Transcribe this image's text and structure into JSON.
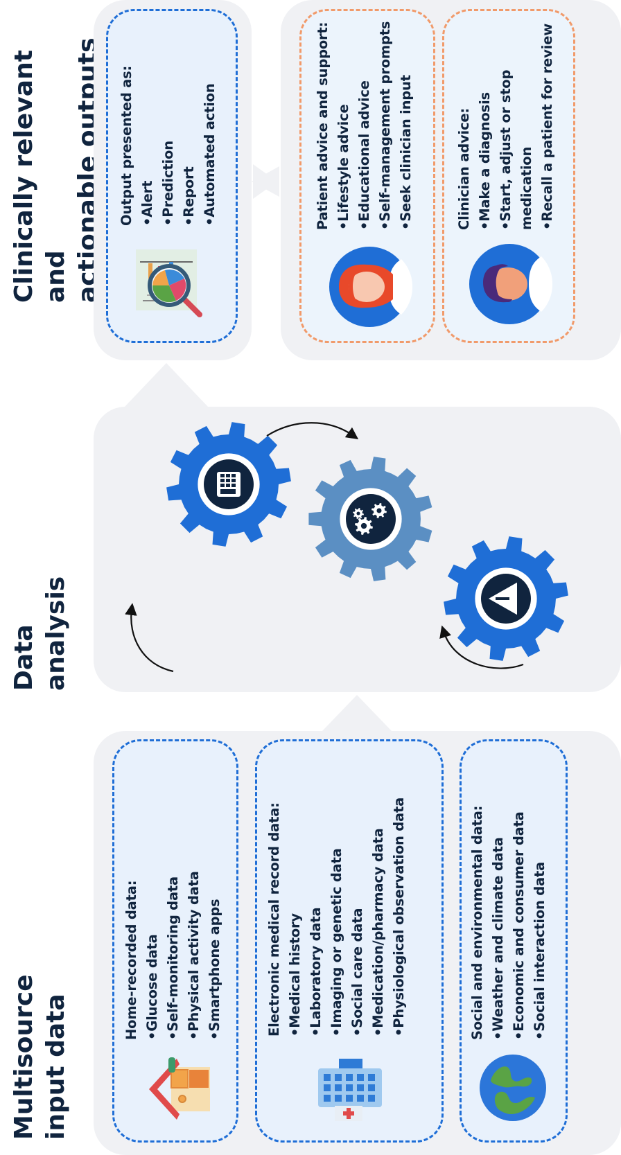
{
  "columns": {
    "input": {
      "title_line1": "Multisource",
      "title_line2": "input data"
    },
    "analysis": {
      "title_line1": "Data",
      "title_line2": "analysis"
    },
    "output": {
      "title_line1": "Clinically relevant and",
      "title_line2": "actionable outputs"
    }
  },
  "input_cards": [
    {
      "heading": "Home-recorded data:",
      "items": [
        "Glucose data",
        "Self-monitoring data",
        "Physical activity data",
        "Smartphone apps"
      ],
      "icon": "house-icon"
    },
    {
      "heading": "Electronic medical record data:",
      "items": [
        "Medical history",
        "Laboratory data",
        "Imaging or genetic data",
        "Social care data",
        "Medication/pharmacy data",
        "Physiological observation data"
      ],
      "icon": "hospital-icon"
    },
    {
      "heading": "Social and environmental data:",
      "items": [
        "Weather and climate data",
        "Economic and consumer data",
        "Social interaction data"
      ],
      "icon": "globe-icon"
    }
  ],
  "output_presented": {
    "heading": "Output presented as:",
    "items": [
      "Alert",
      "Prediction",
      "Report",
      "Automated action"
    ],
    "icon": "report-magnifier-icon"
  },
  "patient_advice": {
    "heading": "Patient advice and support:",
    "items": [
      "Lifestyle advice",
      "Educational advice",
      "Self-management prompts",
      "Seek clinician input"
    ],
    "icon": "patient-avatar-icon"
  },
  "clinician_advice": {
    "heading": "Clinician advice:",
    "items": [
      "Make a diagnosis",
      "Start, adjust or stop medication",
      "Recall a patient for review"
    ],
    "icon": "clinician-avatar-icon"
  },
  "gears": [
    "warning-gear-icon",
    "cogs-gear-icon",
    "calculator-gear-icon"
  ],
  "colors": {
    "panel": "#f0f1f4",
    "card_blue_border": "#1f6ed6",
    "card_orange_border": "#f19a6a",
    "gear_blue": "#1f6ed6",
    "gear_steel": "#5b8fc3",
    "text": "#10243e"
  }
}
